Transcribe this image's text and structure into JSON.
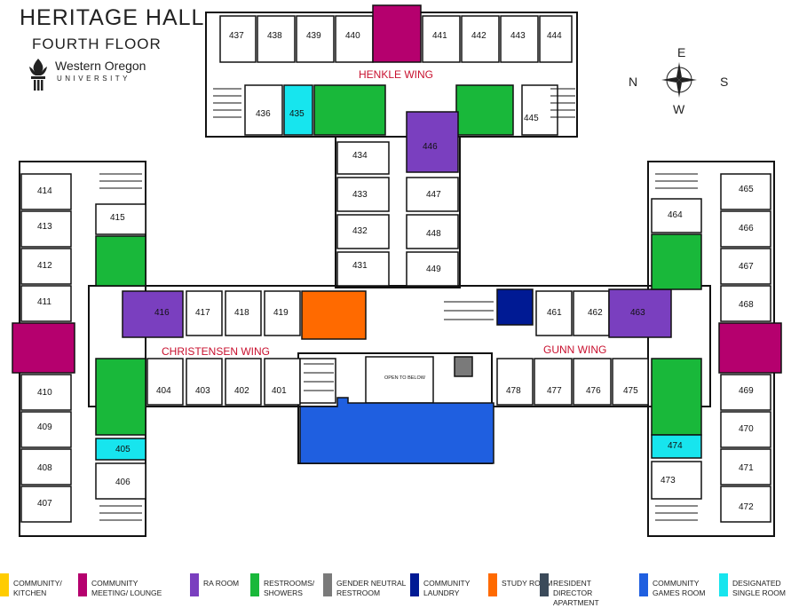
{
  "header": {
    "title": "HERITAGE HALL",
    "subtitle": "FOURTH FLOOR",
    "logo_name": "Western Oregon",
    "logo_sub": "UNIVERSITY"
  },
  "compass": {
    "n": "N",
    "e": "E",
    "s": "S",
    "w": "W"
  },
  "wings": {
    "henkle": "HENKLE WING",
    "christensen": "CHRISTENSEN WING",
    "gunn": "GUNN WING"
  },
  "colors": {
    "kitchen": "#ffcc00",
    "lounge": "#b5006e",
    "ra": "#7a3fbf",
    "restroom": "#19b83a",
    "gender_neutral": "#7a7a7a",
    "laundry": "#001a94",
    "study": "#ff6a00",
    "rd_apartment": "#3b4a5a",
    "games": "#1f5fe0",
    "single": "#17e5ee",
    "wing_label": "#c8102e"
  },
  "notes": {
    "open_to_below": "OPEN TO BELOW"
  },
  "rooms": {
    "r437": "437",
    "r438": "438",
    "r439": "439",
    "r440": "440",
    "r441": "441",
    "r442": "442",
    "r443": "443",
    "r444": "444",
    "r436": "436",
    "r435": "435",
    "r445": "445",
    "r446": "446",
    "r434": "434",
    "r433": "433",
    "r432": "432",
    "r431": "431",
    "r447": "447",
    "r448": "448",
    "r449": "449",
    "r414": "414",
    "r413": "413",
    "r412": "412",
    "r411": "411",
    "r410": "410",
    "r409": "409",
    "r408": "408",
    "r407": "407",
    "r415": "415",
    "r416": "416",
    "r417": "417",
    "r418": "418",
    "r419": "419",
    "r404": "404",
    "r403": "403",
    "r402": "402",
    "r401": "401",
    "r405": "405",
    "r406": "406",
    "r465": "465",
    "r466": "466",
    "r467": "467",
    "r468": "468",
    "r469": "469",
    "r470": "470",
    "r471": "471",
    "r472": "472",
    "r464": "464",
    "r463": "463",
    "r462": "462",
    "r461": "461",
    "r478": "478",
    "r477": "477",
    "r476": "476",
    "r475": "475",
    "r474": "474",
    "r473": "473"
  },
  "legend": [
    {
      "label": "COMMUNITY/ KITCHEN",
      "color": "#ffcc00"
    },
    {
      "label": "COMMUNITY MEETING/ LOUNGE",
      "color": "#b5006e"
    },
    {
      "label": "RA ROOM",
      "color": "#7a3fbf"
    },
    {
      "label": "RESTROOMS/ SHOWERS",
      "color": "#19b83a"
    },
    {
      "label": "GENDER NEUTRAL RESTROOM",
      "color": "#7a7a7a"
    },
    {
      "label": "COMMUNITY LAUNDRY",
      "color": "#001a94"
    },
    {
      "label": "STUDY ROOM",
      "color": "#ff6a00"
    },
    {
      "label": "RESIDENT DIRECTOR APARTMENT",
      "color": "#3b4a5a"
    },
    {
      "label": "COMMUNITY GAMES ROOM",
      "color": "#1f5fe0"
    },
    {
      "label": "DESIGNATED SINGLE ROOM",
      "color": "#17e5ee"
    }
  ]
}
